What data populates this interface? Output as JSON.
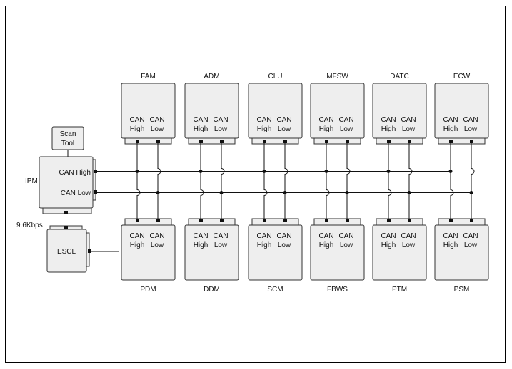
{
  "diagram": {
    "bus_labels": {
      "high": "CAN High",
      "low": "CAN Low"
    },
    "module_pin_labels": [
      "CAN",
      "High",
      "CAN",
      "Low"
    ],
    "scan_tool": {
      "line1": "Scan",
      "line2": "Tool"
    },
    "ipm": {
      "name": "IPM",
      "high_label": "CAN High",
      "low_label": "CAN Low"
    },
    "escl": {
      "name": "ESCL",
      "speed_label": "9.6Kbps"
    },
    "top_modules": [
      "FAM",
      "ADM",
      "CLU",
      "MFSW",
      "DATC",
      "ECW"
    ],
    "bottom_modules": [
      "PDM",
      "DDM",
      "SCM",
      "FBWS",
      "PTM",
      "PSM"
    ]
  },
  "colors": {
    "box_fill": "#eeeeee",
    "line": "#111111",
    "frame": "#000000"
  }
}
